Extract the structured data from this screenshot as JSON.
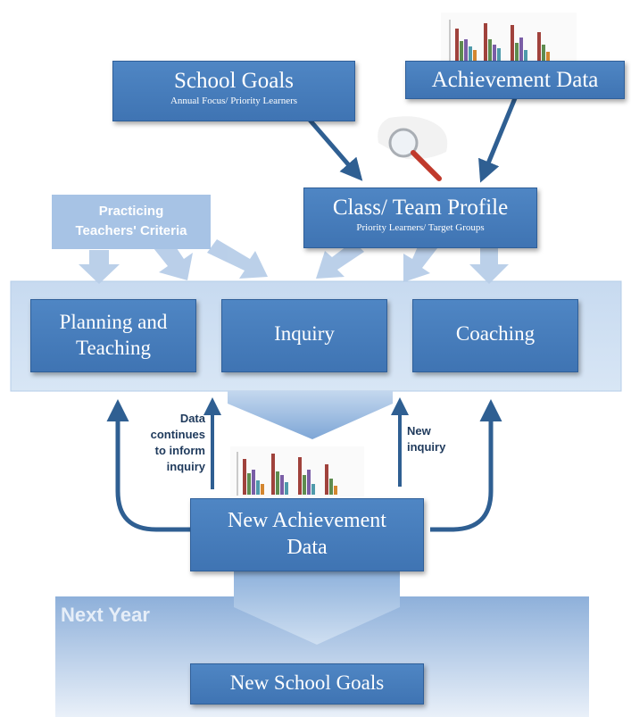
{
  "school_goals": {
    "title": "School Goals",
    "subtitle": "Annual Focus/ Priority Learners"
  },
  "achievement_data": {
    "title": "Achievement Data"
  },
  "practicing_criteria": {
    "line1": "Practicing",
    "line2": "Teachers' Criteria"
  },
  "class_profile": {
    "title": "Class/ Team Profile",
    "subtitle": "Priority Learners/ Target Groups"
  },
  "planning": {
    "line1": "Planning and",
    "line2": "Teaching"
  },
  "inquiry": {
    "title": "Inquiry"
  },
  "coaching": {
    "title": "Coaching"
  },
  "data_note": {
    "line1": "Data",
    "line2": "continues",
    "line3": "to inform",
    "line4": "inquiry"
  },
  "new_inquiry_note": {
    "line1": "New",
    "line2": "inquiry"
  },
  "new_achievement": {
    "line1": "New Achievement",
    "line2": "Data"
  },
  "next_year": {
    "label": "Next Year"
  },
  "new_school_goals": {
    "title": "New School Goals"
  },
  "colors": {
    "box_fill": "#3f74b3",
    "panel_fill": "#c4d8ef",
    "arrow_dark": "#2f5f92",
    "label_text": "#1f3a5c"
  }
}
